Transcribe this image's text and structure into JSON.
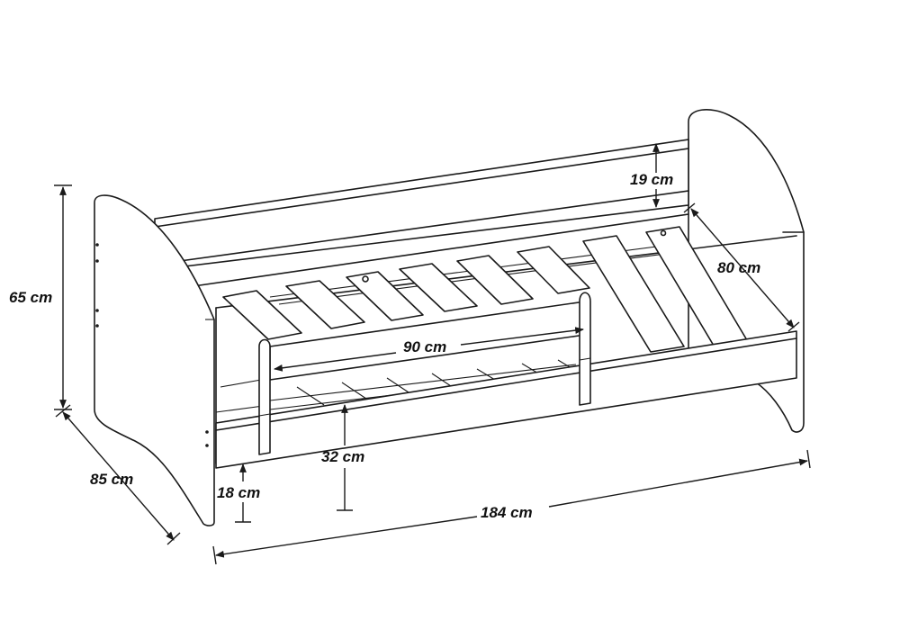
{
  "diagram": {
    "dimensions": [
      {
        "id": "height",
        "label": "65 cm"
      },
      {
        "id": "depth",
        "label": "85 cm"
      },
      {
        "id": "guard-height",
        "label": "19 cm"
      },
      {
        "id": "mattress-width",
        "label": "80 cm"
      },
      {
        "id": "rail-length",
        "label": "90 cm"
      },
      {
        "id": "bed-clearance",
        "label": "32 cm"
      },
      {
        "id": "leg-height",
        "label": "18 cm"
      },
      {
        "id": "length",
        "label": "184 cm"
      }
    ]
  },
  "colors": {
    "line": "#1a1a1a",
    "background": "#ffffff"
  }
}
